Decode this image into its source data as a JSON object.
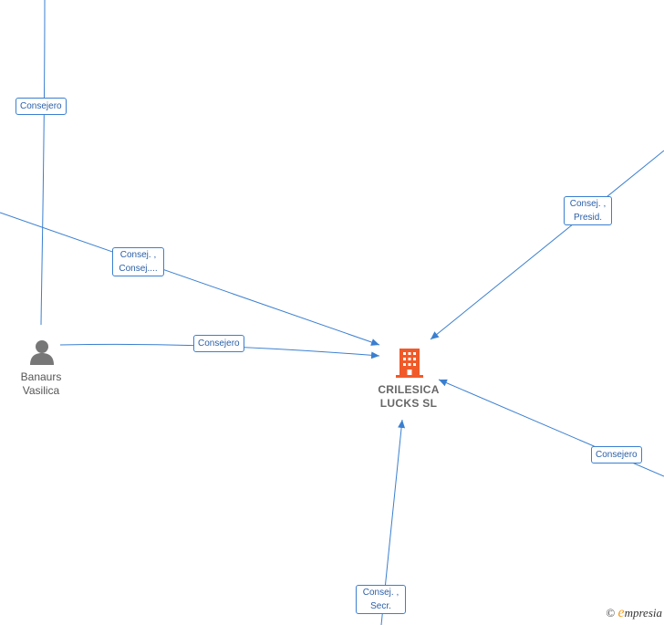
{
  "nodes": {
    "company": {
      "line1": "CRILESICA",
      "line2": "LUCKS  SL",
      "icon": "building-icon",
      "color": "#f05a28"
    },
    "person": {
      "line1": "Banaurs",
      "line2": "Vasilica",
      "icon": "person-icon",
      "color": "#777777"
    }
  },
  "edges": [
    {
      "id": "top-left",
      "label_lines": [
        "Consejero"
      ]
    },
    {
      "id": "left-mid",
      "label_lines": [
        "Consej. ,",
        "Consej...."
      ]
    },
    {
      "id": "person-company",
      "label_lines": [
        "Consejero"
      ]
    },
    {
      "id": "top-right",
      "label_lines": [
        "Consej. ,",
        "Presid."
      ]
    },
    {
      "id": "right",
      "label_lines": [
        "Consejero"
      ]
    },
    {
      "id": "bottom",
      "label_lines": [
        "Consej. ,",
        "Secr."
      ]
    }
  ],
  "edge_color": "#3a7fd0",
  "watermark": {
    "copyright": "©",
    "brand_initial": "e",
    "brand_rest": "mpresia"
  }
}
